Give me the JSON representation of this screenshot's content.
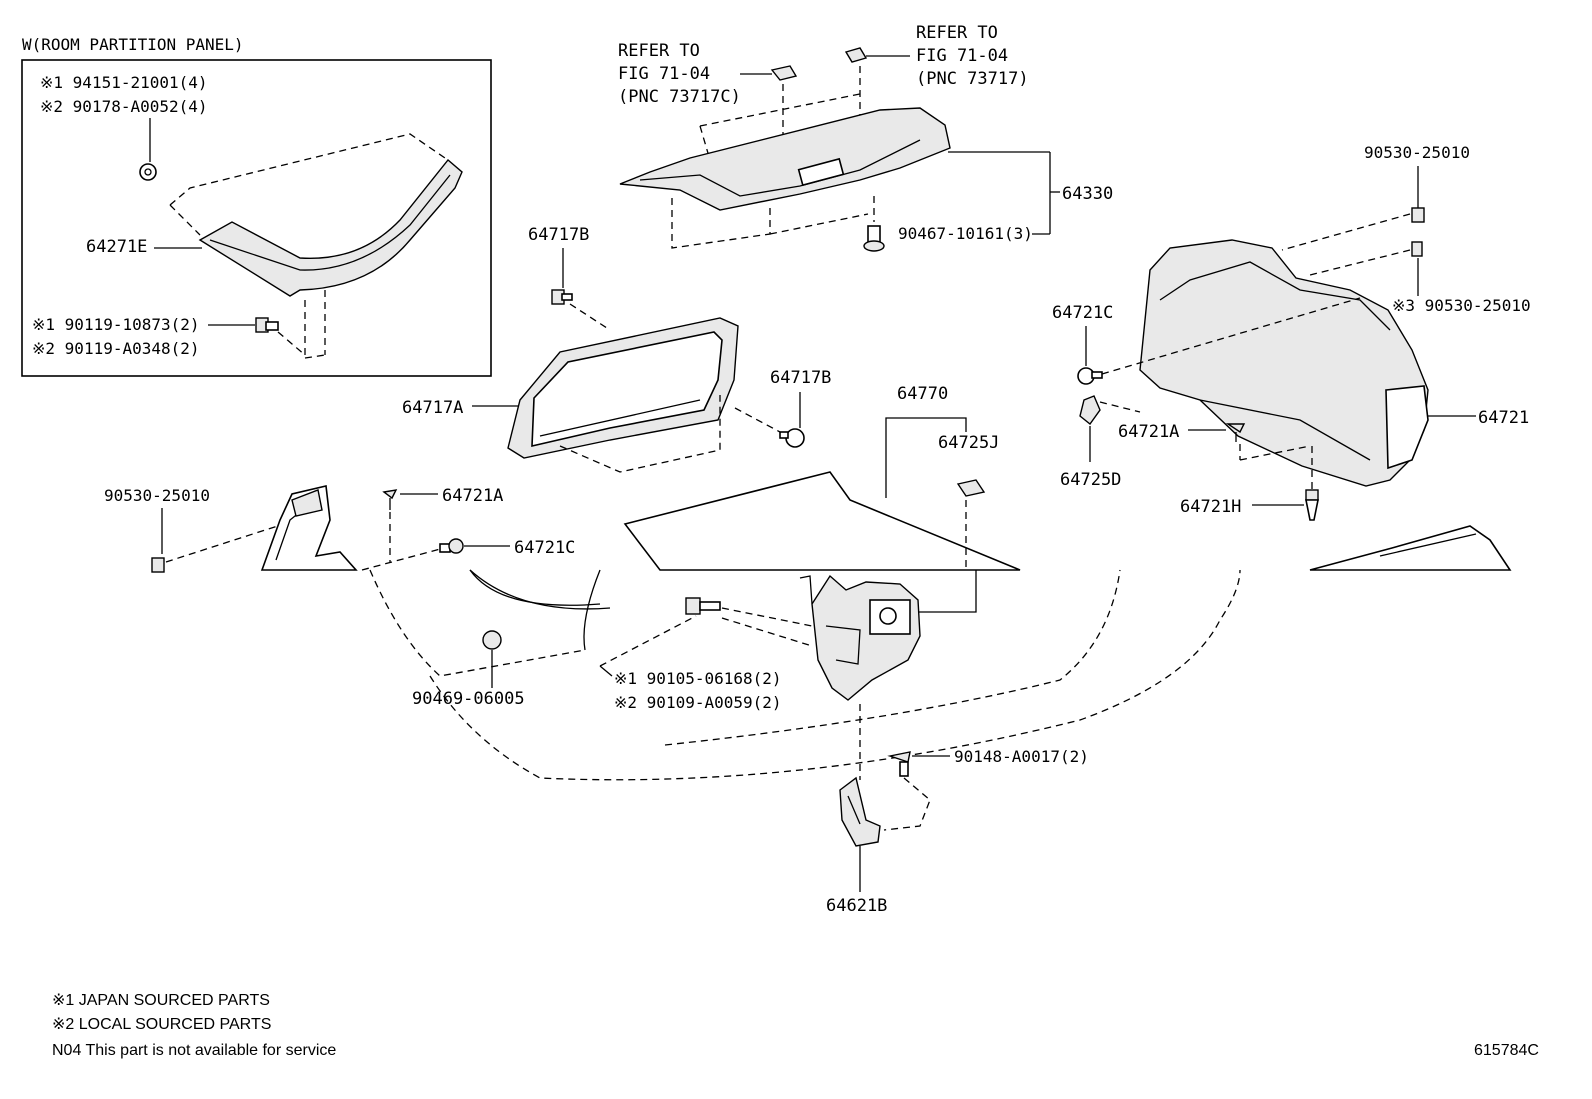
{
  "inset": {
    "title": "W(ROOM PARTITION PANEL)",
    "labels": {
      "p94151": "※1 94151-21001(4)",
      "p90178": "※2 90178-A0052(4)",
      "p64271E": "64271E",
      "p90119a": "※1 90119-10873(2)",
      "p90119b": "※2 90119-A0348(2)"
    }
  },
  "labels": {
    "refer_left": [
      "REFER TO",
      "FIG 71-04",
      "(PNC 73717C)"
    ],
    "refer_right": [
      "REFER TO",
      "FIG 71-04",
      "(PNC 73717)"
    ],
    "p64330": "64330",
    "p90467": "90467-10161(3)",
    "p64717B_top": "64717B",
    "p64717A": "64717A",
    "p64717B_mid": "64717B",
    "p64770": "64770",
    "p64725J": "64725J",
    "p90530_right_top": "90530-25010",
    "p90530_right_3": "※3 90530-25010",
    "p64721C_right": "64721C",
    "p64721": "64721",
    "p64721A_right": "64721A",
    "p64725D": "64725D",
    "p64721H": "64721H",
    "p90530_left": "90530-25010",
    "p64721A_left": "64721A",
    "p64721C_left": "64721C",
    "p90469": "90469-06005",
    "p90105": "※1 90105-06168(2)",
    "p90109": "※2 90109-A0059(2)",
    "p90148": "90148-A0017(2)",
    "p64621B": "64621B"
  },
  "notes": {
    "n1": "※1 JAPAN SOURCED PARTS",
    "n2": "※2 LOCAL SOURCED PARTS",
    "n3": "N04 This part is not available for service"
  },
  "figure_id": "615784C"
}
